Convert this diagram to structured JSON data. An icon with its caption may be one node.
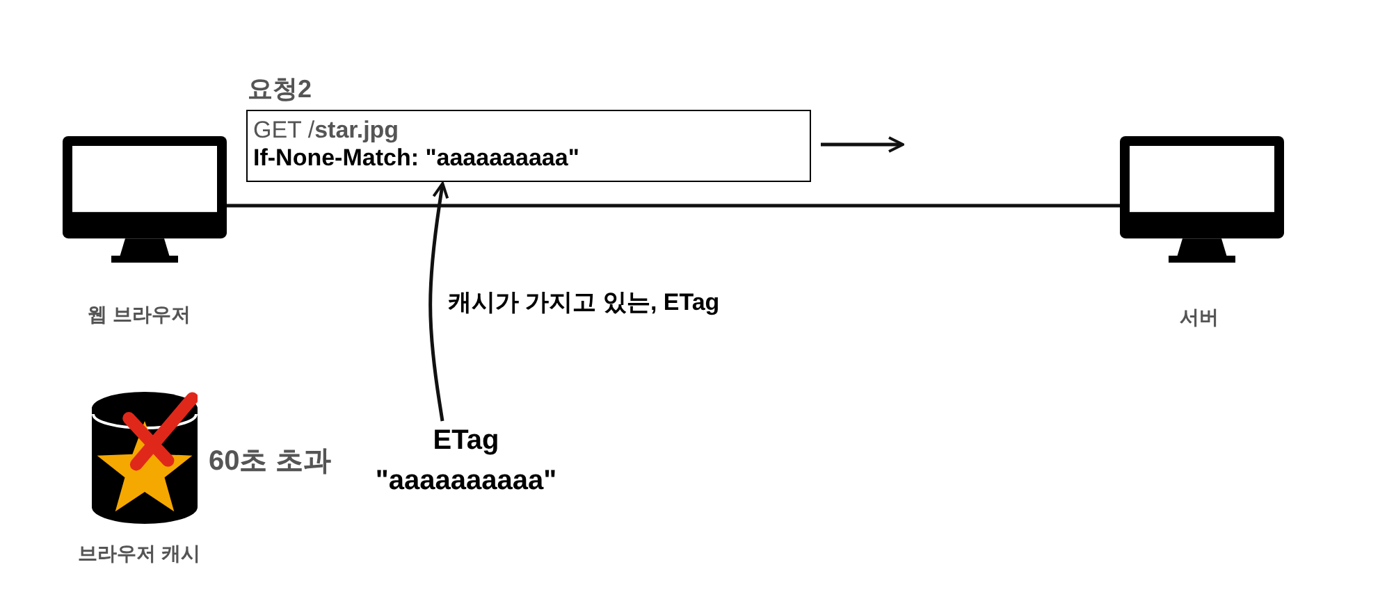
{
  "diagram": {
    "nodes": [
      {
        "text": [],
        "shape": "picture",
        "beside": [
          "웹 브라우저"
        ]
      },
      {
        "text": [],
        "shape": "picture",
        "beside": [
          "서버"
        ]
      },
      {
        "text": [
          "요청2",
          "GET /**star.jpg**",
          "If-None-Match: \"aaaaaaaaaa\""
        ]
      },
      {
        "text": [],
        "shape": "picture",
        "beside": [
          "60초 초과",
          "브라우저 캐시"
        ]
      },
      {
        "text": [
          "ETag \"aaaaaaaaaa\""
        ]
      }
    ],
    "edges": [
      {
        "from": 0,
        "to": 1,
        "arrow": "none"
      },
      {
        "from": 4,
        "to": 2,
        "arrow": "to",
        "label": "캐시가 가지고 있는, ETag"
      }
    ]
  }
}
